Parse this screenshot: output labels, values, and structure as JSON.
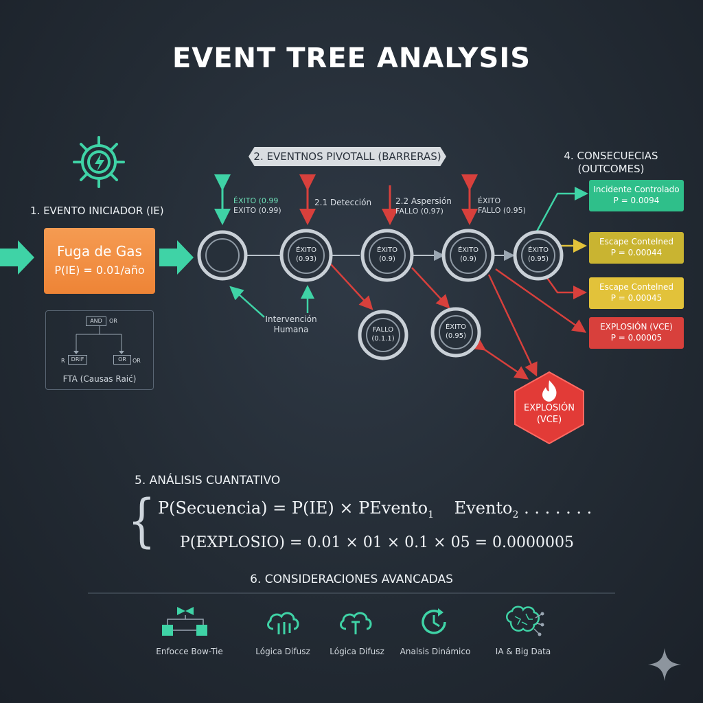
{
  "title": "EVENT TREE ANALYSIS",
  "initiator": {
    "heading": "1. EVENTO INICIADOR (IE)",
    "name": "Fuga de Gas",
    "probability": "P(IE) = 0.01/año"
  },
  "fta": {
    "gate_and": "AND",
    "gate_or_top": "OR",
    "gate_left": "DRIF",
    "gate_or": "OR",
    "gate_right": "OR",
    "gate_left_prefix": "R",
    "label": "FTA (Causas Raić)"
  },
  "pivotal": {
    "banner": "2. EVENTNOS PIVOTALL (BARRERAS)",
    "label_a_line1": "ÉXITO (0.99",
    "label_a_line2": "EXITO (0.99)",
    "label_b": "2.1 Detección",
    "label_c_line1": "2.2 Aspersión",
    "label_c_line2": "FALLO (0.97)",
    "label_d_line1": "ÉXITO",
    "label_d_line2": "FALLO (0.95)",
    "human_line1": "Intervención",
    "human_line2": "Humana"
  },
  "nodes": {
    "n2_line1": "ÉXITO",
    "n2_line2": "(0.93)",
    "n3_line1": "ÉXITO",
    "n3_line2": "(0.9)",
    "n4_line1": "ÉXITO",
    "n4_line2": "(0.9)",
    "n5_line1": "ÉXITO",
    "n5_line2": "(0.95)",
    "f1_line1": "FALLO",
    "f1_line2": "(0.1.1)",
    "f2_line1": "ÉXITO",
    "f2_line2": "(0.95)"
  },
  "consequences": {
    "heading_line1": "4. CONSECUECIAS",
    "heading_line2": "(OUTCOMES)",
    "items": [
      {
        "label": "Incidente Controlado",
        "prob": "P = 0.0094",
        "color": "#2fbf8a"
      },
      {
        "label": "Escape Contelned",
        "prob": "P = 0.00044",
        "color": "#c9b431"
      },
      {
        "label": "Escape Contelned",
        "prob": "P = 0.00045",
        "color": "#e2c23a"
      },
      {
        "label": "EXPLOSIÓN (VCE)",
        "prob": "P = 0.00005",
        "color": "#d8403c"
      }
    ],
    "explosion_line1": "EXPLOSIÓN",
    "explosion_line2": "(VCE)"
  },
  "quant": {
    "heading": "5. ANÁLISIS CUANTATIVO",
    "formula1_main": "P(Secuencia) = P(IE) × PEvento",
    "formula1_sub1": "1",
    "formula1_mid": "Evento",
    "formula1_sub2": "2",
    "formula1_tail": " . . .     . . . .",
    "formula2": "P(EXPLOSIO) = 0.01 × 01 × 0.1 × 05 = 0.0000005"
  },
  "advanced": {
    "heading": "6. CONSIDERACIONES AVANCADAS",
    "items": [
      {
        "label": "Enfocce Bow-Tie",
        "icon": "bow-tie-icon"
      },
      {
        "label": "Lógica Difusz",
        "icon": "cloud-fuzzy-icon"
      },
      {
        "label": "Lógica Difusz",
        "icon": "cloud-fuzzy-icon"
      },
      {
        "label": "Analsis Dinámico",
        "icon": "clock-icon"
      },
      {
        "label": "IA & Big Data",
        "icon": "brain-icon"
      }
    ]
  },
  "colors": {
    "teal": "#3fd3a6",
    "orange": "#ef8a3c",
    "red": "#d8403c",
    "yellow": "#e2c23a"
  }
}
